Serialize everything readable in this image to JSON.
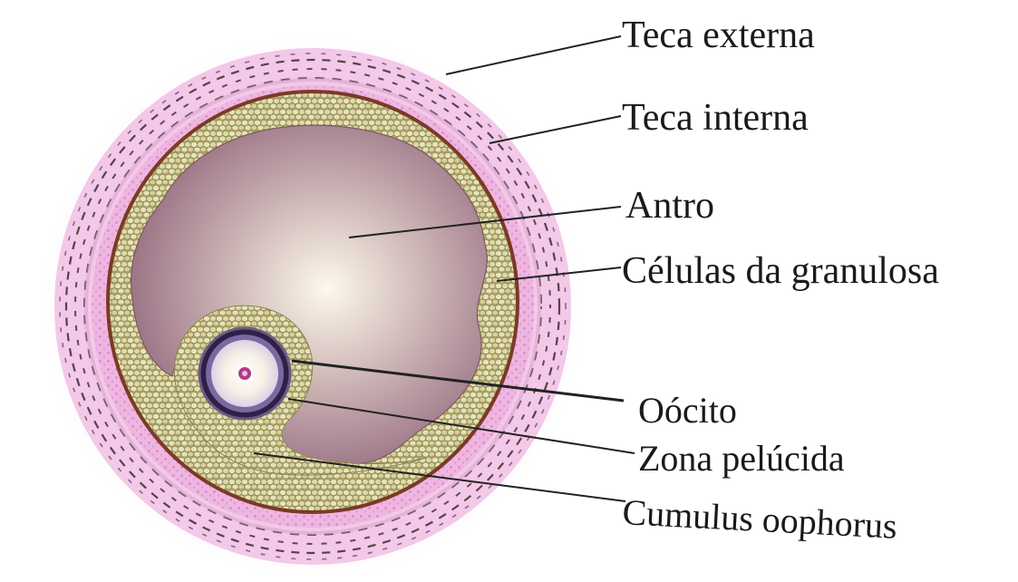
{
  "labels": {
    "teca_externa": "Teca externa",
    "teca_interna": "Teca interna",
    "antro": "Antro",
    "celulas_granulosa": "Células da granulosa",
    "oocito": "Oócito",
    "zona_pelucida": "Zona pelúcida",
    "cumulus": "Cumulus oophorus"
  },
  "colors": {
    "background": "#ffffff",
    "glow": "#f6d6ee",
    "theca_pink": "#eeb6e0",
    "theca_dots": "#d98cc8",
    "theca_dashes": "#3a2a2e",
    "granulosa_fill": "#b8b27a",
    "granulosa_cells": "#e6e2b6",
    "granulosa_border": "#7a3a26",
    "antrum_center": "#fdf8ee",
    "antrum_edge": "#93697e",
    "zona_pellucida": "#3a2858",
    "oocyte": "#f4eef8",
    "nucleus": "#b23a8a",
    "leader_line": "#222222"
  }
}
